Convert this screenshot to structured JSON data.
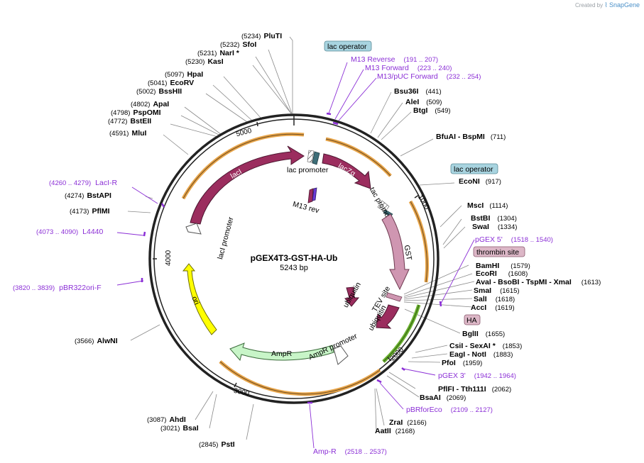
{
  "credit": {
    "prefix": "Created by",
    "brand": "SnapGene"
  },
  "plasmid": {
    "name": "pGEX4T3-GST-HA-Ub",
    "length_label": "5243 bp",
    "total_bp": 5243
  },
  "ticks": [
    "1000",
    "2000",
    "3000",
    "4000",
    "5000"
  ],
  "colors": {
    "feature_dark": "#9b2d5e",
    "feature_light": "#cf96b1",
    "ampr": "#c8f5c8",
    "ori": "#ffff00",
    "orf": "#e8a54a",
    "orf_green": "#6ab02e",
    "primer": "#8b2fd6",
    "operator_box": "#a8d4e0",
    "site_box": "#dcb7c7",
    "promoter_box": "#3d6e78"
  },
  "sites": [
    {
      "id": "plut",
      "name": "PluTI",
      "pos": "(5234)"
    },
    {
      "id": "sfo",
      "name": "SfoI",
      "pos": "(5232)"
    },
    {
      "id": "nar",
      "name": "NarI *",
      "pos": "(5231)"
    },
    {
      "id": "kas",
      "name": "KasI",
      "pos": "(5230)"
    },
    {
      "id": "hpa",
      "name": "HpaI",
      "pos": "(5097)"
    },
    {
      "id": "ecorv",
      "name": "EcoRV",
      "pos": "(5041)"
    },
    {
      "id": "bsshii",
      "name": "BssHII",
      "pos": "(5002)"
    },
    {
      "id": "apa",
      "name": "ApaI",
      "pos": "(4802)"
    },
    {
      "id": "pspomi",
      "name": "PspOMI",
      "pos": "(4798)"
    },
    {
      "id": "bsteii",
      "name": "BstEII",
      "pos": "(4772)"
    },
    {
      "id": "mlu",
      "name": "MluI",
      "pos": "(4591)"
    },
    {
      "id": "bstapi",
      "name": "BstAPI",
      "pos": "(4274)"
    },
    {
      "id": "pflmi",
      "name": "PflMI",
      "pos": "(4173)"
    },
    {
      "id": "alwni",
      "name": "AlwNI",
      "pos": "(3566)"
    },
    {
      "id": "ahd",
      "name": "AhdI",
      "pos": "(3087)"
    },
    {
      "id": "bsa",
      "name": "BsaI",
      "pos": "(3021)"
    },
    {
      "id": "pst",
      "name": "PstI",
      "pos": "(2845)"
    },
    {
      "id": "zra",
      "name": "ZraI",
      "pos": "(2166)"
    },
    {
      "id": "aatii",
      "name": "AatII",
      "pos": "(2168)"
    },
    {
      "id": "bsu36",
      "name": "Bsu36I",
      "pos": "(441)"
    },
    {
      "id": "ale",
      "name": "AleI",
      "pos": "(509)"
    },
    {
      "id": "btg",
      "name": "BtgI",
      "pos": "(549)"
    },
    {
      "id": "bfuai",
      "name": "BfuAI  - BspMI",
      "pos": "(711)"
    },
    {
      "id": "econi",
      "name": "EcoNI",
      "pos": "(917)"
    },
    {
      "id": "msc",
      "name": "MscI",
      "pos": "(1114)"
    },
    {
      "id": "bstbi",
      "name": "BstBI",
      "pos": "(1304)"
    },
    {
      "id": "swa",
      "name": "SwaI",
      "pos": "(1334)"
    },
    {
      "id": "bamhi",
      "name": "BamHI",
      "pos": "(1579)"
    },
    {
      "id": "ecori",
      "name": "EcoRI",
      "pos": "(1608)"
    },
    {
      "id": "ava",
      "name": "AvaI  - BsoBI  - TspMI  - XmaI",
      "pos": "(1613)"
    },
    {
      "id": "sma",
      "name": "SmaI",
      "pos": "(1615)"
    },
    {
      "id": "sal",
      "name": "SalI",
      "pos": "(1618)"
    },
    {
      "id": "acc",
      "name": "AccI",
      "pos": "(1619)"
    },
    {
      "id": "bglii",
      "name": "BglII",
      "pos": "(1655)"
    },
    {
      "id": "csi",
      "name": "CsiI  - SexAI *",
      "pos": "(1853)"
    },
    {
      "id": "eag",
      "name": "EagI  - NotI",
      "pos": "(1883)"
    },
    {
      "id": "pfo",
      "name": "PfoI",
      "pos": "(1959)"
    },
    {
      "id": "pflfi",
      "name": "PflFI  - Tth111I",
      "pos": "(2062)"
    },
    {
      "id": "bsaai",
      "name": "BsaAI",
      "pos": "(2069)"
    }
  ],
  "primers": [
    {
      "id": "m13rev",
      "name": "M13 Reverse",
      "pos": "(191 .. 207)"
    },
    {
      "id": "m13fwd",
      "name": "M13 Forward",
      "pos": "(223 .. 240)"
    },
    {
      "id": "m13puc",
      "name": "M13/pUC Forward",
      "pos": "(232 .. 254)"
    },
    {
      "id": "pgex5",
      "name": "pGEX 5'",
      "pos": "(1518 .. 1540)"
    },
    {
      "id": "pgex3",
      "name": "pGEX 3'",
      "pos": "(1942 .. 1964)"
    },
    {
      "id": "pbrfor",
      "name": "pBRforEco",
      "pos": "(2109 .. 2127)"
    },
    {
      "id": "ampr",
      "name": "Amp-R",
      "pos": "(2518 .. 2537)"
    },
    {
      "id": "pbr322",
      "name": "pBR322ori-F",
      "pos": "(3820 .. 3839)"
    },
    {
      "id": "l4440",
      "name": "L4440",
      "pos": "(4073 .. 4090)"
    },
    {
      "id": "lacir",
      "name": "LacI-R",
      "pos": "(4260 .. 4279)"
    }
  ],
  "boxes": {
    "lac_operator_top": "lac operator",
    "lac_operator_right": "lac operator",
    "thrombin": "thrombin site",
    "ha": "HA"
  },
  "features": {
    "laci": "lacI",
    "laci_promoter": "lacI promoter",
    "lac_promoter": "lac promoter",
    "laczalpha": "lacZα",
    "tac_promoter": "tac promoter",
    "gst": "GST",
    "tev": "TEV site",
    "ubiquitin_a": "ubiquitin",
    "ubiquitin_b": "ubiquitin",
    "ampr": "AmpR",
    "ampr_promoter": "AmpR promoter",
    "ori": "ori",
    "m13rev": "M13 rev"
  }
}
